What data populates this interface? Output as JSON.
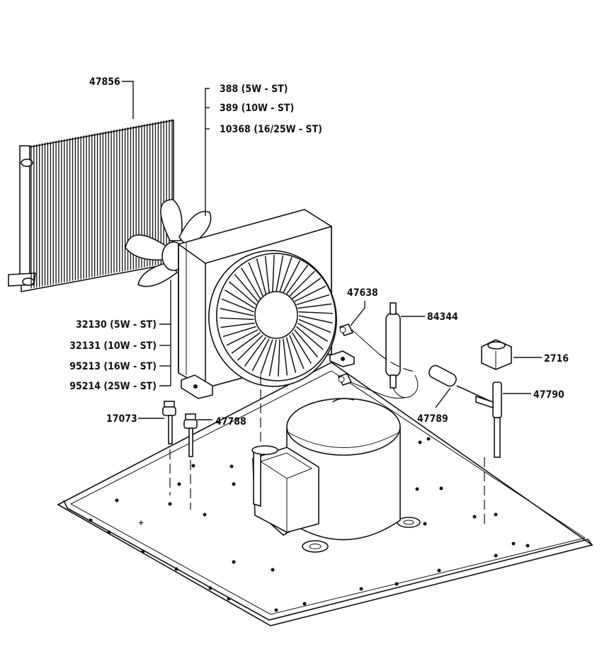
{
  "labels": {
    "condenser": "47856",
    "fan_motor_5w": "388 (5W - ST)",
    "fan_motor_10w": "389 (10W - ST)",
    "fan_motor_16_25w": "10368 (16/25W - ST)",
    "fan_blade_5w": "32130 (5W - ST)",
    "fan_blade_10w": "32131 (10W - ST)",
    "fan_blade_16w": "95213 (16W - ST)",
    "fan_blade_25w": "95214 (25W - ST)",
    "valve_upper": "47638",
    "filter_drier": "84344",
    "solenoid_coil": "2716",
    "solenoid_valve": "47790",
    "strainer": "47789",
    "switch_left": "17073",
    "switch_right": "47788"
  }
}
